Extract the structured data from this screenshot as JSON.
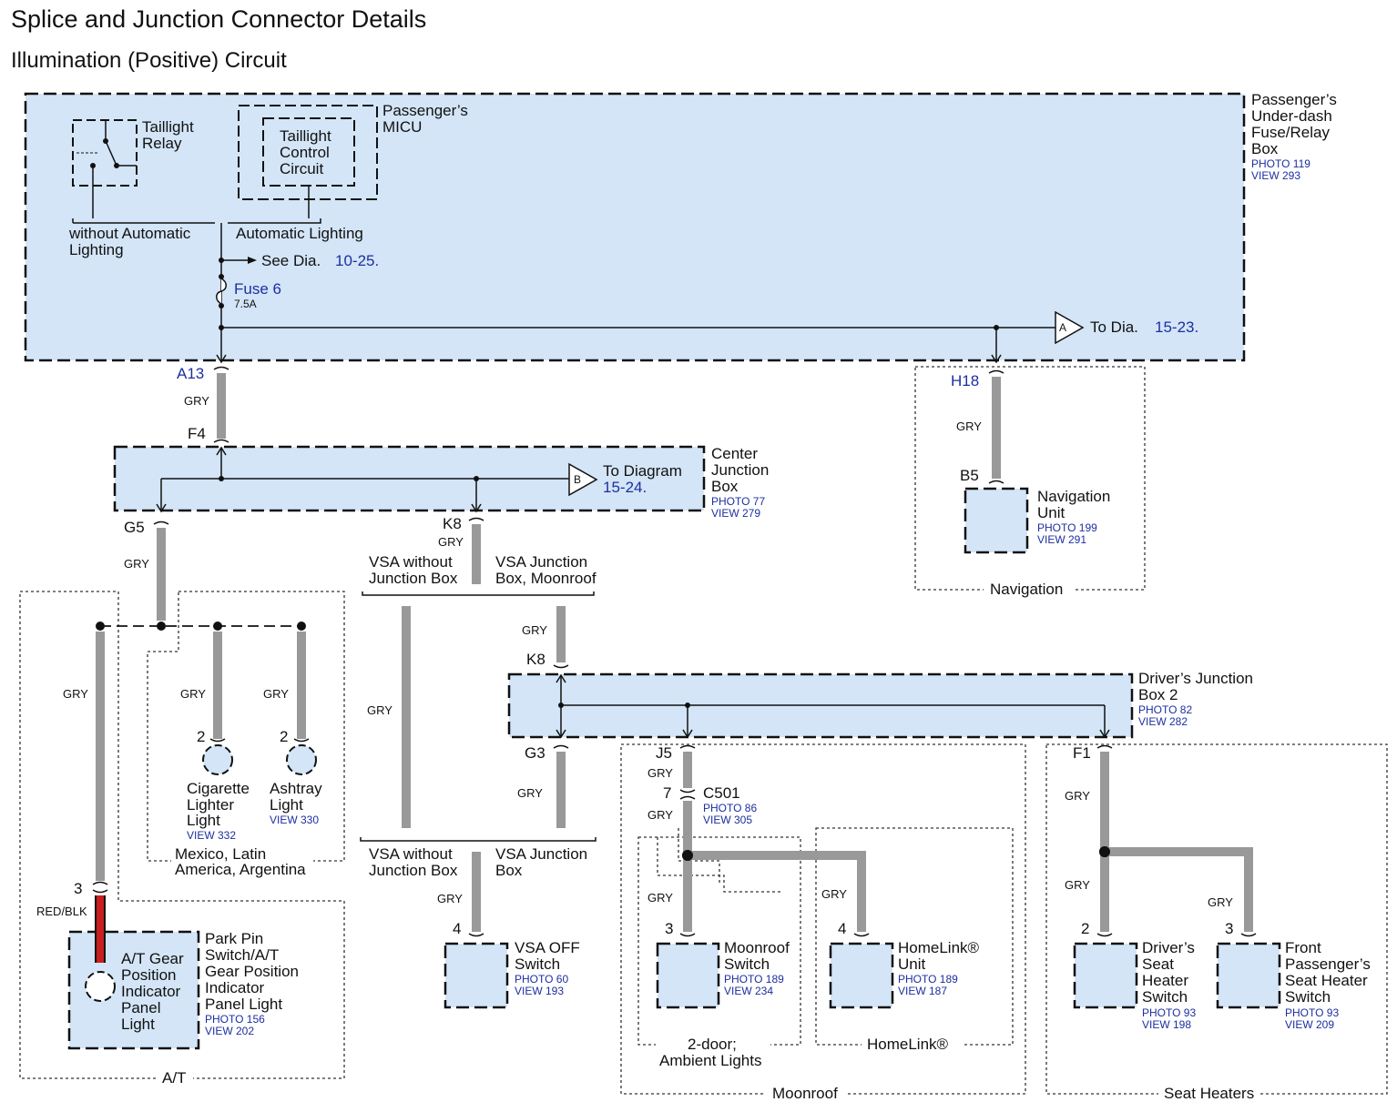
{
  "title": "Splice and Junction Connector Details",
  "subtitle": "Illumination (Positive) Circuit",
  "fuse_box": {
    "name_lines": [
      "Passenger’s",
      "Under-dash",
      "Fuse/Relay",
      "Box"
    ],
    "photo": "PHOTO 119",
    "view": "VIEW 293",
    "relay_lines": [
      "Taillight",
      "Relay"
    ],
    "micu_lines": [
      "Passenger’s",
      "MICU"
    ],
    "control_lines": [
      "Taillight",
      "Control",
      "Circuit"
    ],
    "opt_without_lines": [
      "without Automatic",
      "Lighting"
    ],
    "opt_auto": "Automatic Lighting",
    "see_dia": "See Dia.",
    "see_dia_ref": "10-25.",
    "fuse": "Fuse 6",
    "fuse_rating": "7.5A",
    "to_dia_symbol": "A",
    "to_dia": "To Dia.",
    "to_dia_ref": "15-23."
  },
  "center_box": {
    "name_lines": [
      "Center",
      "Junction",
      "Box"
    ],
    "photo": "PHOTO 77",
    "view": "VIEW 279",
    "to_symbol": "B",
    "to_label": "To Diagram",
    "to_ref": "15-24."
  },
  "navigation": {
    "name_lines": [
      "Navigation",
      "Unit"
    ],
    "photo": "PHOTO 199",
    "view": "VIEW 291",
    "group": "Navigation"
  },
  "drivers_box": {
    "name_lines": [
      "Driver’s Junction",
      "Box 2"
    ],
    "photo": "PHOTO 82",
    "view": "VIEW 282"
  },
  "connectors": {
    "a13": "A13",
    "f4": "F4",
    "h18": "H18",
    "b5": "B5",
    "g5": "G5",
    "k8": "K8",
    "k8b": "K8",
    "g3": "G3",
    "j5": "J5",
    "f1": "F1",
    "c501": "C501",
    "c501_pin": "7",
    "c501_photo": "PHOTO 86",
    "c501_view": "VIEW 305",
    "pin_2": "2",
    "pin_3": "3",
    "pin_4": "4"
  },
  "wire_colors": {
    "gry": "GRY",
    "red_blk": "RED/BLK"
  },
  "options": {
    "vsa_without_lines": [
      "VSA without",
      "Junction Box"
    ],
    "vsa_jb_moonroof_lines": [
      "VSA Junction",
      "Box, Moonroof"
    ],
    "vsa_jb_lines": [
      "VSA Junction",
      "Box"
    ]
  },
  "components": {
    "cig_lines": [
      "Cigarette",
      "Lighter",
      "Light"
    ],
    "cig_view": "VIEW 332",
    "ash_lines": [
      "Ashtray",
      "Light"
    ],
    "ash_view": "VIEW 330",
    "mex_lines": [
      "Mexico, Latin",
      "America, Argentina"
    ],
    "at_inner_lines": [
      "A/T Gear",
      "Position",
      "Indicator",
      "Panel",
      "Light"
    ],
    "at_name_lines": [
      "Park Pin",
      "Switch/A/T",
      "Gear Position",
      "Indicator",
      "Panel Light"
    ],
    "at_photo": "PHOTO 156",
    "at_view": "VIEW 202",
    "at_group": "A/T",
    "vsa_off_lines": [
      "VSA OFF",
      "Switch"
    ],
    "vsa_off_photo": "PHOTO 60",
    "vsa_off_view": "VIEW 193",
    "moonroof_sw_lines": [
      "Moonroof",
      "Switch"
    ],
    "moonroof_photo": "PHOTO 189",
    "moonroof_view": "VIEW 234",
    "homelink_lines": [
      "HomeLink®",
      "Unit"
    ],
    "homelink_photo": "PHOTO 189",
    "homelink_view": "VIEW 187",
    "two_door_lines": [
      "2-door;",
      "Ambient Lights"
    ],
    "homelink_group": "HomeLink®",
    "moonroof_group": "Moonroof",
    "drv_heat_lines": [
      "Driver’s",
      "Seat",
      "Heater",
      "Switch"
    ],
    "drv_heat_photo": "PHOTO 93",
    "drv_heat_view": "VIEW 198",
    "pass_heat_lines": [
      "Front",
      "Passenger’s",
      "Seat Heater",
      "Switch"
    ],
    "pass_heat_photo": "PHOTO 93",
    "pass_heat_view": "VIEW 209",
    "seat_group": "Seat Heaters"
  },
  "colors": {
    "box_fill": "#d3e5f7",
    "wire": "#999999",
    "link": "#1c2fa0",
    "red_wire": "#c81e1e"
  }
}
